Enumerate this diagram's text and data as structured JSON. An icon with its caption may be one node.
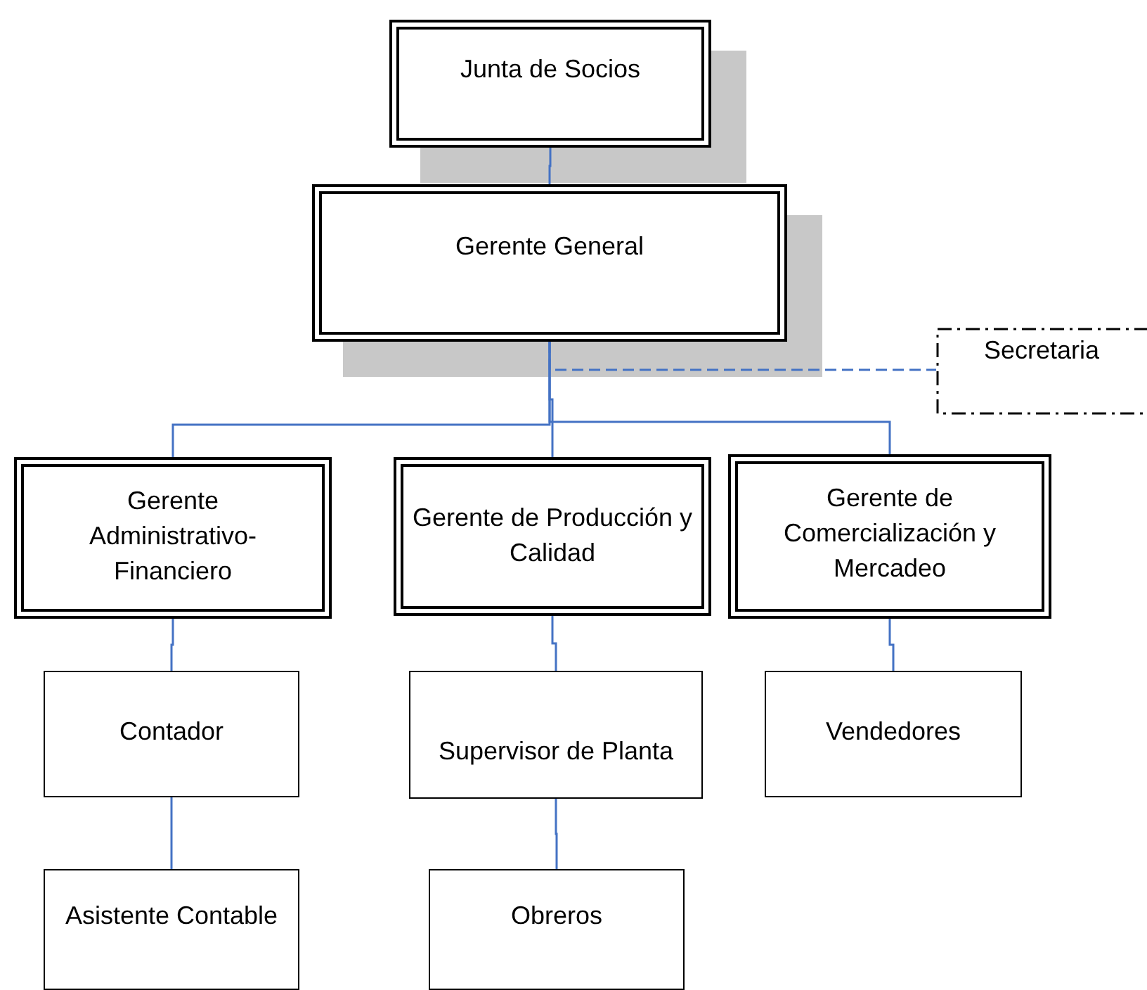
{
  "diagram": {
    "nodes": [
      {
        "text": [
          "Junta de Socios"
        ]
      },
      {
        "text": [
          "Gerente General"
        ]
      },
      {
        "text": [
          "Secretaria"
        ]
      },
      {
        "text": [
          "Gerente Administrativo-Financiero"
        ]
      },
      {
        "text": [
          "Gerente de Producción y Calidad"
        ]
      },
      {
        "text": [
          "Gerente de Comercialización y Mercadeo"
        ]
      },
      {
        "text": [
          "Contador"
        ]
      },
      {
        "text": [
          "Supervisor de Planta"
        ]
      },
      {
        "text": [
          "Vendedores"
        ]
      },
      {
        "text": [
          "Asistente Contable"
        ]
      },
      {
        "text": [
          "Obreros"
        ]
      }
    ],
    "edges": [
      {
        "from": 0,
        "to": 1,
        "arrow": "none"
      },
      {
        "from": 1,
        "to": 2,
        "arrow": "none",
        "style": "dashed"
      },
      {
        "from": 1,
        "to": 3,
        "arrow": "none"
      },
      {
        "from": 1,
        "to": 4,
        "arrow": "none"
      },
      {
        "from": 1,
        "to": 5,
        "arrow": "none"
      },
      {
        "from": 3,
        "to": 6,
        "arrow": "none"
      },
      {
        "from": 6,
        "to": 9,
        "arrow": "none"
      },
      {
        "from": 4,
        "to": 7,
        "arrow": "none"
      },
      {
        "from": 7,
        "to": 10,
        "arrow": "none"
      },
      {
        "from": 5,
        "to": 8,
        "arrow": "none"
      }
    ]
  }
}
